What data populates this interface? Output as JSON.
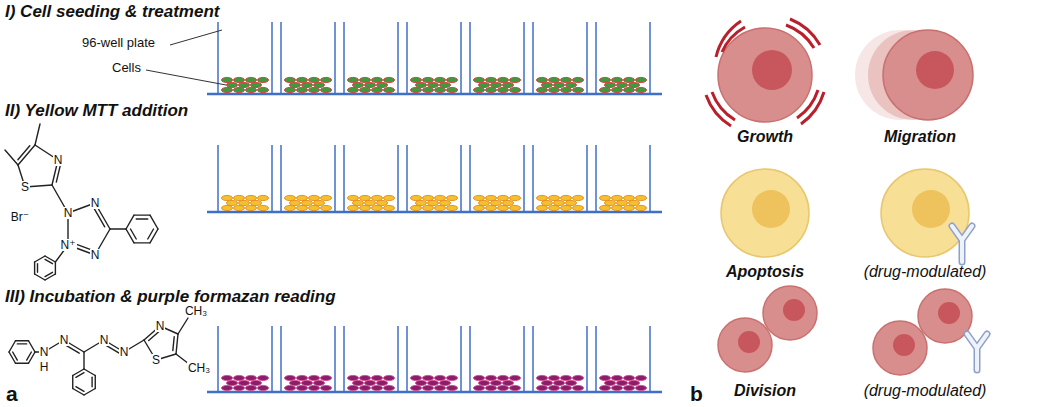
{
  "diagram": {
    "labels": [
      "I) Cell seeding & treatment",
      "96-well plate",
      "Cells",
      "II) Yellow MTT addition",
      "III) Incubation & purple formazan reading",
      "a",
      "b",
      "Growth",
      "Migration",
      "Apoptosis",
      "(drug-modulated)",
      "Division",
      "(drug-modulated)",
      "S",
      "N",
      "Br⁻",
      "N",
      "N⁺",
      "N",
      "N",
      "N",
      "H",
      "N",
      "N",
      "N",
      "N",
      "S",
      "CH₃",
      "CH₃"
    ]
  }
}
